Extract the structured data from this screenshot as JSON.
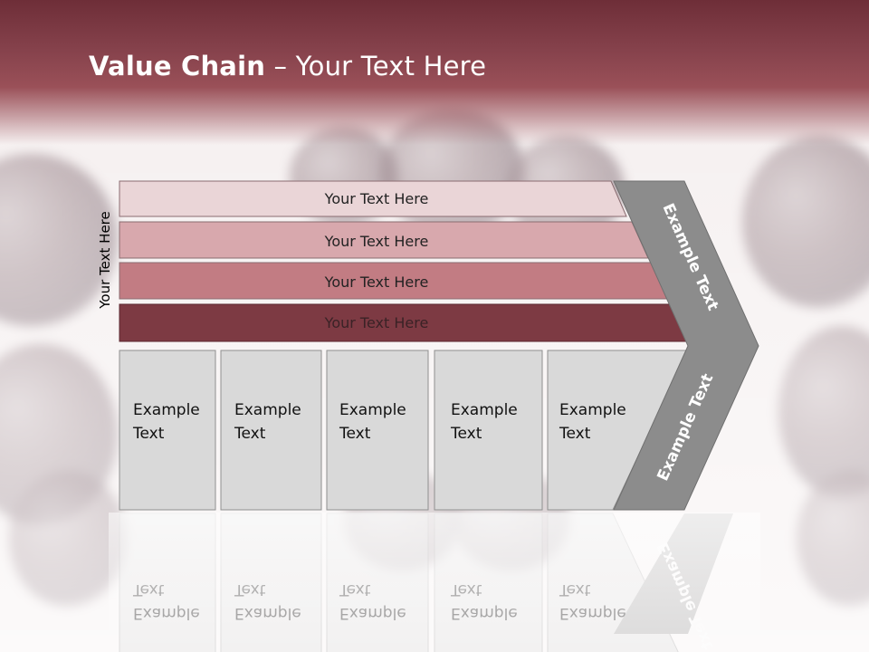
{
  "title": {
    "bold": "Value Chain",
    "rest": " – Your Text Here"
  },
  "side_label": "Your Text Here",
  "support_bars": [
    {
      "label": "Your Text Here",
      "fill": "#ead5d7"
    },
    {
      "label": "Your Text Here",
      "fill": "#d8a8ad"
    },
    {
      "label": "Your Text Here",
      "fill": "#c27c83"
    },
    {
      "label": "Your Text Here",
      "fill": "#7d3a43"
    }
  ],
  "primary_columns": [
    {
      "line1": "Example",
      "line2": "Text"
    },
    {
      "line1": "Example",
      "line2": "Text"
    },
    {
      "line1": "Example",
      "line2": "Text"
    },
    {
      "line1": "Example",
      "line2": "Text"
    },
    {
      "line1": "Example",
      "line2": "Text"
    }
  ],
  "arrow": {
    "upper_label": "Example Text",
    "lower_label": "Example Text",
    "color": "#8c8c8c"
  },
  "colors": {
    "header": "#8a424b",
    "column_fill": "#d9d9d9"
  }
}
